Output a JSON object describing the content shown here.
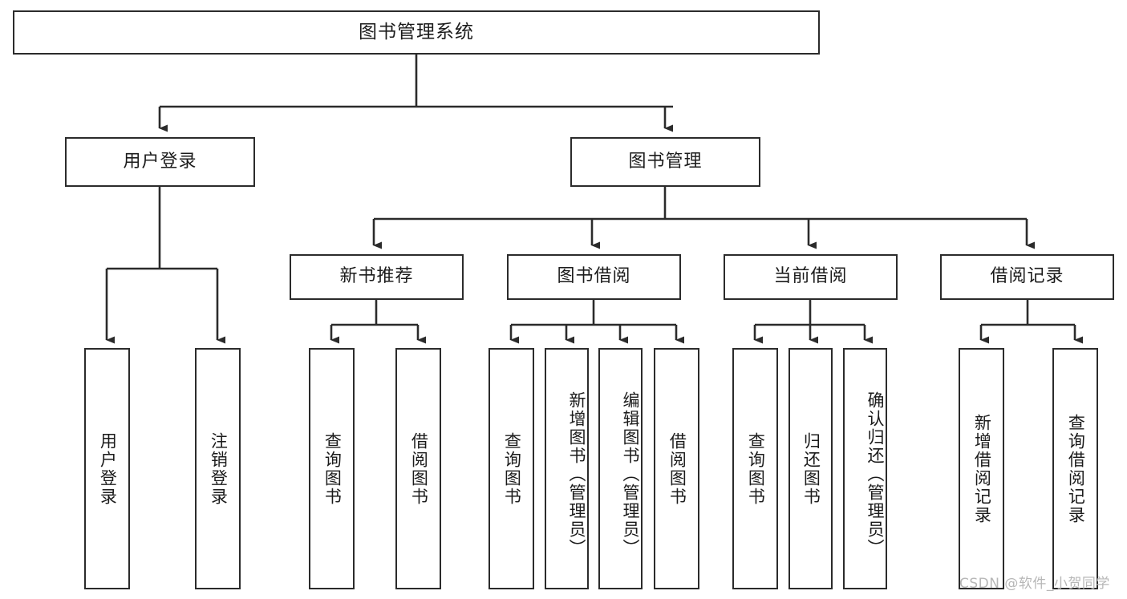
{
  "diagram": {
    "title": "图书管理系统",
    "type": "tree-hierarchy-chart",
    "stroke_color": "#2b2b2b",
    "fill_color": "#ffffff",
    "text_color": "#1b1b1b"
  },
  "watermark": {
    "text": "CSDN @软件_小贺同学",
    "color": "#b7b7b7"
  },
  "nodes": {
    "root": {
      "label": "图书管理系统"
    },
    "level2": [
      {
        "id": "user-login",
        "label": "用户登录"
      },
      {
        "id": "book-management",
        "label": "图书管理"
      }
    ],
    "level3": [
      {
        "id": "new-book-recommend",
        "label": "新书推荐"
      },
      {
        "id": "book-borrow",
        "label": "图书借阅"
      },
      {
        "id": "current-borrow",
        "label": "当前借阅"
      },
      {
        "id": "borrow-record",
        "label": "借阅记录"
      }
    ],
    "leaves": {
      "user_login": [
        {
          "id": "leaf-user-login",
          "label": "用户登录"
        },
        {
          "id": "leaf-logout-login",
          "label": "注销登录"
        }
      ],
      "new_book_recommend": [
        {
          "id": "leaf-query-book-1",
          "label": "查询图书"
        },
        {
          "id": "leaf-borrow-book-1",
          "label": "借阅图书"
        }
      ],
      "book_borrow": [
        {
          "id": "leaf-query-book-2",
          "label": "查询图书"
        },
        {
          "id": "leaf-add-book",
          "label": "新增图书（管理员）"
        },
        {
          "id": "leaf-edit-book",
          "label": "编辑图书（管理员）"
        },
        {
          "id": "leaf-borrow-book-2",
          "label": "借阅图书"
        }
      ],
      "current_borrow": [
        {
          "id": "leaf-query-book-3",
          "label": "查询图书"
        },
        {
          "id": "leaf-return-book",
          "label": "归还图书"
        },
        {
          "id": "leaf-confirm-return",
          "label": "确认归还（管理员）"
        }
      ],
      "borrow_record": [
        {
          "id": "leaf-add-record",
          "label": "新增借阅记录"
        },
        {
          "id": "leaf-query-record",
          "label": "查询借阅记录"
        }
      ]
    }
  }
}
